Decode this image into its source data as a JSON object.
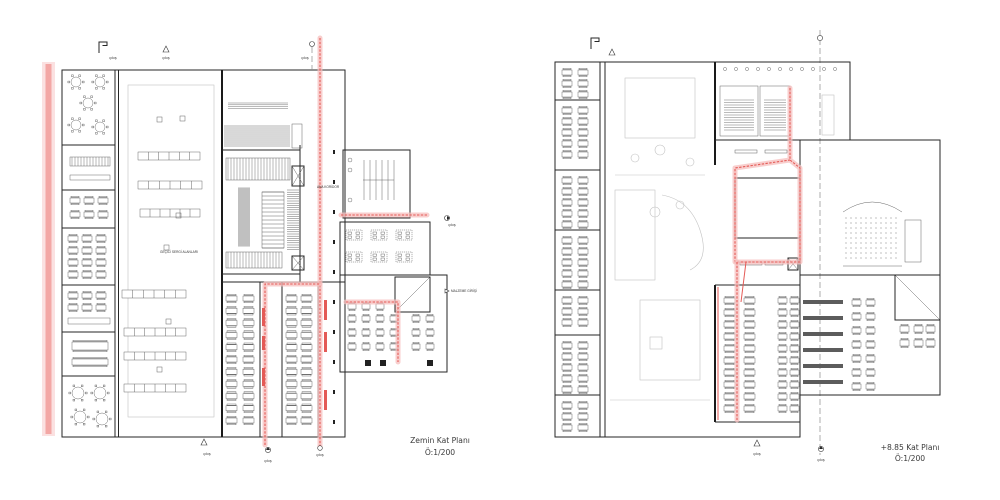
{
  "plans": {
    "ground": {
      "title": "Zemin Kat Planı",
      "scale": "Ö:1/200"
    },
    "upper": {
      "title": "+8.85 Kat Planı",
      "scale": "Ö:1/200"
    }
  },
  "exit_label": "çıkış",
  "rooms": {
    "temporary_exhibition": "GEÇİCİ SERGİ ALANLARI",
    "main_corridor": "ANA KORİDOR",
    "goods_entrance": "MALZEME GİRİŞİ"
  },
  "colors": {
    "accent": "#e45a56",
    "accent_glow": "#f5bebc",
    "highlight_band": "#f19c9a",
    "wall": "#262626",
    "faint_line": "#c2c2c2"
  }
}
